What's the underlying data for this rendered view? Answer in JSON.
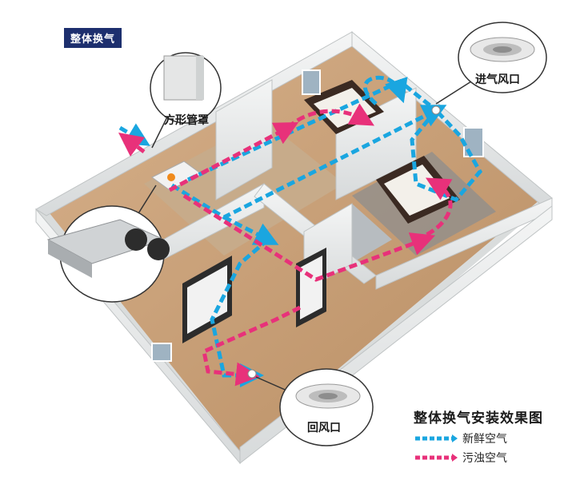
{
  "diagram": {
    "tag_label": "整体换气",
    "callouts": {
      "duct_cover": "方形管罩",
      "supply_vent": "进气风口",
      "return_vent": "回风口"
    },
    "legend": {
      "title": "整体换气安装效果图",
      "items": [
        {
          "label": "新鲜空气",
          "color": "#1aa6e0"
        },
        {
          "label": "污浊空气",
          "color": "#e8317a"
        }
      ]
    },
    "colors": {
      "fresh_air": "#1aa6e0",
      "stale_air": "#e8317a",
      "floor": "#c9a27a",
      "wall": "#eceeee",
      "badge": "#1d2f6e"
    }
  }
}
